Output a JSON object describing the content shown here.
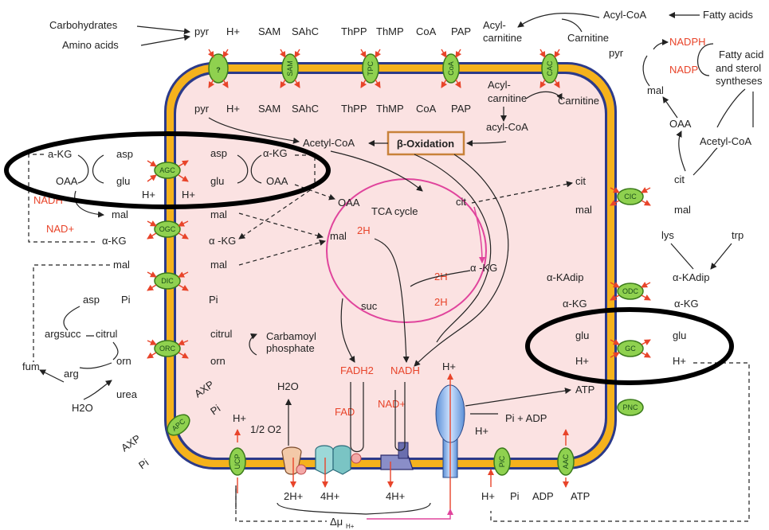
{
  "colors": {
    "matrix": "#fbe2e2",
    "membrane": "#f5b21c",
    "membrane_edge": "#2b3a8a",
    "transporter": "#8fd14f",
    "red_text": "#e8442a",
    "tca": "#e0449c",
    "oval": "#000000"
  },
  "top_outside": {
    "carbohydrates": "Carbohydrates",
    "amino_acids": "Amino acids",
    "pyr": "pyr",
    "h": "H+",
    "sam": "SAM",
    "sahc": "SAhC",
    "thpp": "ThPP",
    "thmp": "ThMP",
    "coa": "CoA",
    "pap": "PAP",
    "acylcarn1": "Acyl-",
    "acylcarn2": "carnitine",
    "carnitine": "Carnitine",
    "acylcoa": "Acyl-CoA",
    "fatty_acids": "Fatty acids"
  },
  "top_inside": {
    "pyr": "pyr",
    "h": "H+",
    "sam": "SAM",
    "sahc": "SAhC",
    "thpp": "ThPP",
    "thmp": "ThMP",
    "coa": "CoA",
    "pap": "PAP",
    "acylcarn1": "Acyl-",
    "acylcarn2": "carnitine",
    "carnitine": "Carnitine",
    "acylcoa": "acyl-CoA",
    "acetylcoa": "Acetyl-CoA",
    "beta_oxidation": "β-Oxidation"
  },
  "transporters": {
    "unknown": "?",
    "sam": "SAM",
    "tpc": "TPC",
    "coa": "CoA",
    "cac": "CAC",
    "agc": "AGC",
    "ogc": "OGC",
    "dic": "DIC",
    "orc": "ORC",
    "apc": "APC",
    "ucp": "UCP",
    "cic": "CIC",
    "odc": "ODC",
    "gc": "GC",
    "pnc": "PNC",
    "pic": "PiC",
    "aac": "AAC"
  },
  "right_outside": {
    "pyr": "pyr",
    "nadph": "NADPH",
    "nadp": "NADP",
    "fa_syn1": "Fatty acid",
    "fa_syn2": "and sterol",
    "fa_syn3": "syntheses",
    "mal": "mal",
    "oaa": "OAA",
    "acetylcoa": "Acetyl-CoA",
    "cit": "cit",
    "mal2": "mal",
    "lys": "lys",
    "trp": "trp",
    "akadip": "α-KAdip",
    "akg": "α-KG",
    "glu": "glu",
    "h": "H+"
  },
  "right_inside": {
    "cit": "cit",
    "mal": "mal",
    "akadip": "α-KAdip",
    "akg": "α-KG",
    "glu": "glu",
    "h": "H+",
    "atp": "ATP",
    "pi_adp": "Pi + ADP"
  },
  "left_outside": {
    "akg": "a-KG",
    "asp": "asp",
    "oaa": "OAA",
    "glu": "glu",
    "nadh": "NADH",
    "nadp": "NAD+",
    "mal": "mal",
    "akg2": "α-KG",
    "mal2": "mal",
    "asp2": "asp",
    "pi": "Pi",
    "argsucc": "argsucc",
    "citrul": "citrul",
    "fum": "fum",
    "arg": "arg",
    "orn": "orn",
    "urea": "urea",
    "h2o": "H2O",
    "axp": "AXP",
    "axp2": "AXP",
    "pi2": "Pi",
    "pi3": "Pi"
  },
  "left_inside": {
    "asp": "asp",
    "akg": "α-KG",
    "glu": "glu",
    "oaa": "OAA",
    "h1": "H+",
    "h2": "H+",
    "mal": "mal",
    "akg2": "α -KG",
    "mal2": "mal",
    "pi": "Pi",
    "citrul": "citrul",
    "carbamoyl1": "Carbamoyl",
    "carbamoyl2": "phosphate",
    "orn": "orn"
  },
  "tca": {
    "oaa": "OAA",
    "title": "TCA cycle",
    "cit": "cit",
    "mal": "mal",
    "h2a": "2H",
    "akg": "α -KG",
    "h2b": "2H",
    "h2c": "2H",
    "suc": "suc",
    "fadh2": "FADH2",
    "nadh": "NADH"
  },
  "bottom": {
    "h2o": "H2O",
    "o2": "1/2 O2",
    "fad": "FAD",
    "nad": "NAD+",
    "h_top": "H+",
    "h_ucp": "H+",
    "h2": "2H+",
    "h4a": "4H+",
    "h4b": "4H+",
    "h_pic": "H+",
    "pi_pic": "Pi",
    "h_out": "H+",
    "pi_out": "Pi",
    "adp": "ADP",
    "atp": "ATP",
    "delta": "Δμ",
    "delta_sub": "H+"
  }
}
